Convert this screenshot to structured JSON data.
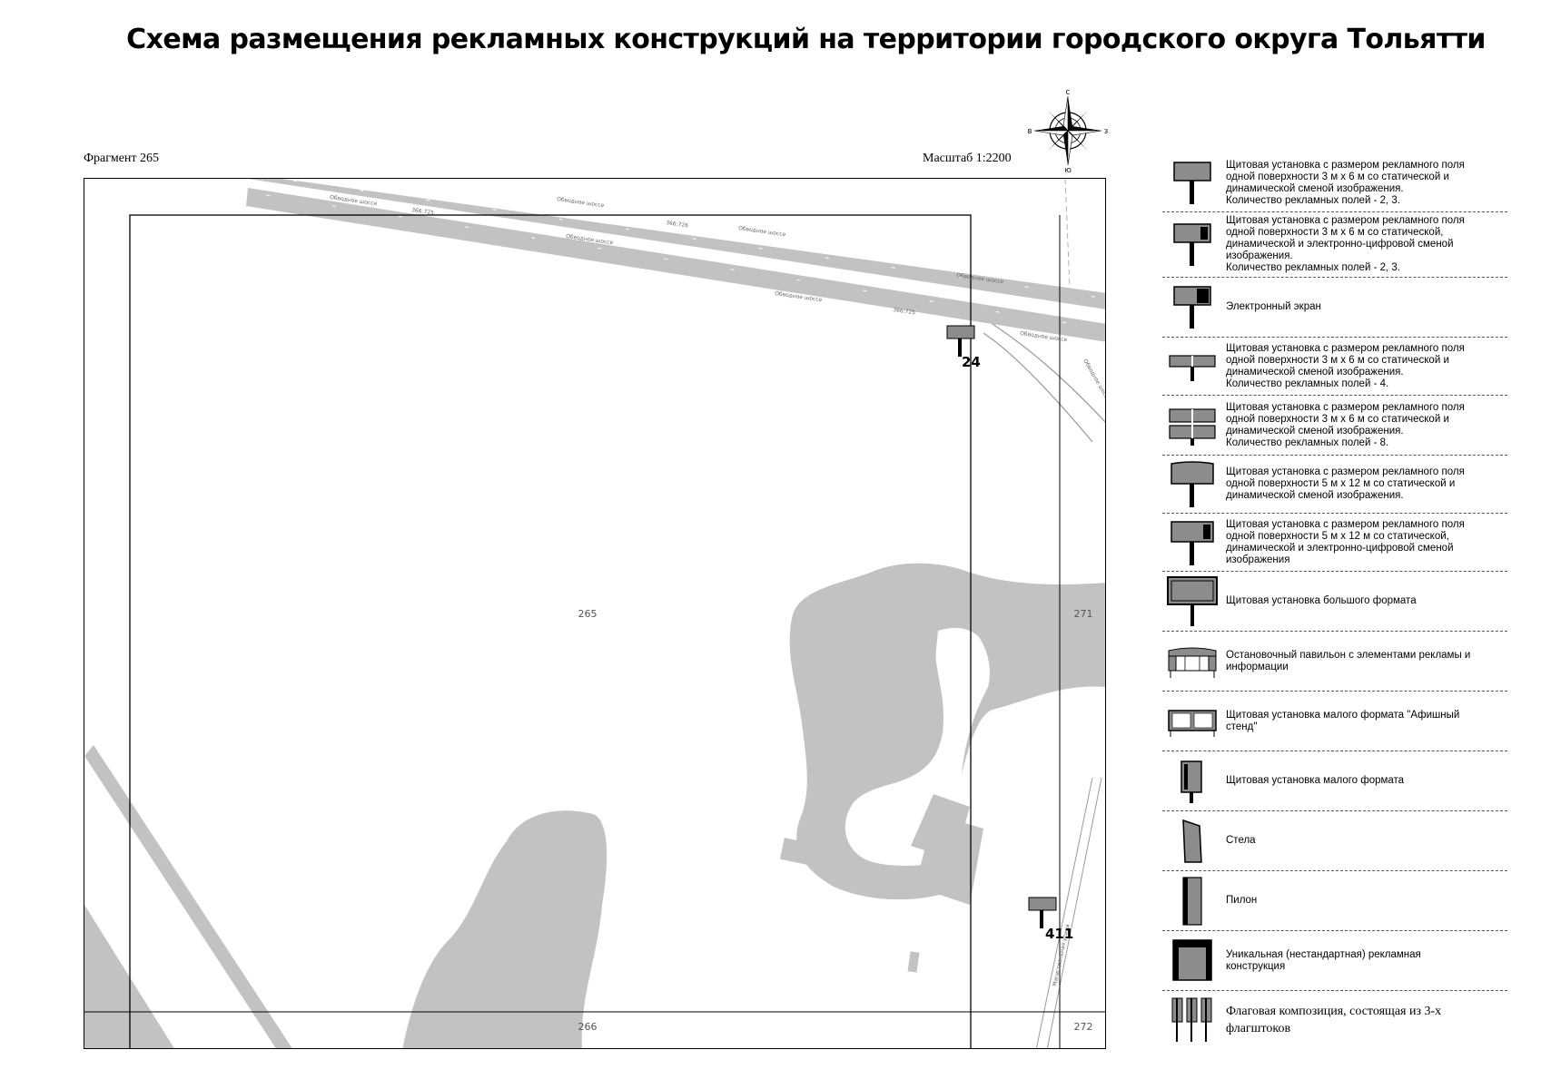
{
  "title": "Схема размещения рекламных конструкций на территории городского округа Тольятти",
  "fragment_label": "Фрагмент 265",
  "scale_label": "Масштаб 1:2200",
  "compass": {
    "n": "С",
    "s": "Ю",
    "w": "В",
    "e": "З"
  },
  "map": {
    "sheet_labels": {
      "center": "265",
      "right": "271",
      "bottom": "266",
      "bottom_right": "272"
    },
    "road_labels": [
      "Обводное шоссе",
      "Обводное шоссе",
      "Обводное шоссе",
      "Обводное шоссе",
      "Обводное шоссе",
      "Обводное шоссе",
      "Обводное шоссе",
      "Обводное шоссе"
    ],
    "cadastral_labels": [
      "366:725",
      "366:726",
      "366:725"
    ],
    "side_street_label": "Магистральная улица",
    "markers": [
      {
        "id": "24",
        "type": "billboard-3x6"
      },
      {
        "id": "411",
        "type": "billboard-3x6"
      }
    ]
  },
  "legend": [
    {
      "symbol": "billboard-3x6-icon",
      "text": "Щитовая установка с размером рекламного поля\nодной поверхности 3 м х 6 м со статической и\nдинамической сменой изображения.\nКоличество рекламных полей - 2, 3."
    },
    {
      "symbol": "billboard-3x6-digital-icon",
      "text": "Щитовая установка с размером рекламного поля\nодной поверхности 3 м х 6 м со статической,\nдинамической и электронно-цифровой сменой\nизображения.\nКоличество рекламных полей - 2, 3."
    },
    {
      "symbol": "electronic-screen-icon",
      "text": "Электронный экран"
    },
    {
      "symbol": "billboard-4-fields-icon",
      "text": "Щитовая установка с размером рекламного поля\nодной поверхности 3 м х 6 м со статической и\nдинамической сменой изображения.\nКоличество рекламных полей - 4."
    },
    {
      "symbol": "billboard-8-fields-icon",
      "text": "Щитовая установка с размером рекламного поля\nодной поверхности 3 м х 6 м со статической и\nдинамической сменой изображения.\nКоличество рекламных полей - 8."
    },
    {
      "symbol": "billboard-5x12-icon",
      "text": "Щитовая установка с размером рекламного поля\nодной поверхности 5 м х 12 м со статической и\nдинамической сменой изображения."
    },
    {
      "symbol": "billboard-5x12-digital-icon",
      "text": "Щитовая установка с размером рекламного поля\nодной поверхности 5 м х 12 м со статической,\nдинамической и электронно-цифровой сменой\nизображения"
    },
    {
      "symbol": "large-format-billboard-icon",
      "text": "Щитовая установка большого формата"
    },
    {
      "symbol": "bus-stop-pavilion-icon",
      "text": "Остановочный павильон с элементами рекламы и\nинформации"
    },
    {
      "symbol": "poster-stand-icon",
      "text": "Щитовая установка малого формата \"Афишный\nстенд\""
    },
    {
      "symbol": "small-format-billboard-icon",
      "text": "Щитовая установка малого формата"
    },
    {
      "symbol": "stele-icon",
      "text": "Стела"
    },
    {
      "symbol": "pylon-icon",
      "text": "Пилон"
    },
    {
      "symbol": "unique-structure-icon",
      "text": "Уникальная (нестандартная) рекламная\nконструкция"
    },
    {
      "symbol": "flag-composition-icon",
      "text": "Флаговая композиция, состоящая из 3-х\nфлагштоков"
    }
  ]
}
